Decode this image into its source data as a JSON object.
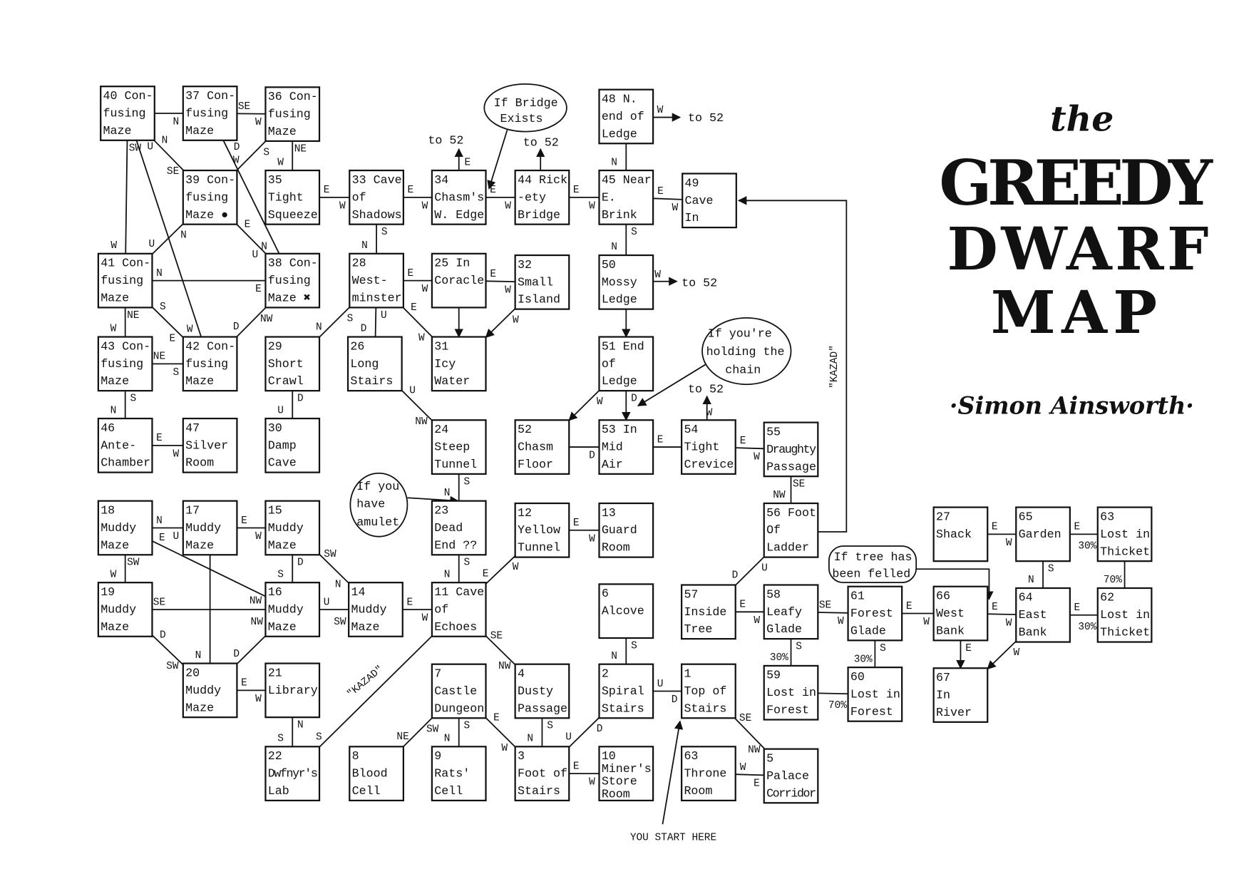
{
  "title": {
    "line1": "the",
    "line2": "GREEDY",
    "line3": "DWARF",
    "line4": "MAP",
    "author": "·Simon Ainsworth·"
  },
  "start_label": "YOU START HERE",
  "kazad_label": "\"KAZAD\"",
  "to52": "to 52",
  "callouts": {
    "bridge": [
      "If Bridge",
      "Exists"
    ],
    "chain": [
      "If you're",
      "holding the",
      "chain"
    ],
    "amulet": [
      "If you",
      "have",
      "amulet"
    ],
    "tree": [
      "If tree has",
      "been felled"
    ]
  },
  "rooms": [
    {
      "lines": [
        "40 Con-",
        "fusing",
        "Maze"
      ]
    },
    {
      "lines": [
        "37 Con-",
        "fusing",
        "Maze"
      ]
    },
    {
      "lines": [
        "36 Con-",
        "fusing",
        "Maze"
      ]
    },
    {
      "lines": [
        "39 Con-",
        "fusing",
        "Maze ●"
      ]
    },
    {
      "lines": [
        "35",
        "Tight",
        "Squeeze"
      ]
    },
    {
      "lines": [
        "33 Cave",
        "of",
        "Shadows"
      ]
    },
    {
      "lines": [
        "34",
        "Chasm's",
        "W. Edge"
      ]
    },
    {
      "lines": [
        "44 Rick",
        "-ety",
        "Bridge"
      ]
    },
    {
      "lines": [
        "45 Near",
        "E.",
        "Brink"
      ]
    },
    {
      "lines": [
        "48 N.",
        "end of",
        "Ledge"
      ]
    },
    {
      "lines": [
        "49",
        "Cave",
        "In"
      ]
    },
    {
      "lines": [
        "41 Con-",
        "fusing",
        "Maze"
      ]
    },
    {
      "lines": [
        "38 Con-",
        "fusing",
        "Maze ✖"
      ]
    },
    {
      "lines": [
        "28",
        "West-",
        "minster"
      ]
    },
    {
      "lines": [
        "25 In",
        "Coracle"
      ]
    },
    {
      "lines": [
        "32",
        "Small",
        "Island"
      ]
    },
    {
      "lines": [
        "43 Con-",
        "fusing",
        "Maze"
      ]
    },
    {
      "lines": [
        "42 Con-",
        "fusing",
        "Maze"
      ]
    },
    {
      "lines": [
        "29",
        "Short",
        "Crawl"
      ]
    },
    {
      "lines": [
        "26",
        "Long",
        "Stairs"
      ]
    },
    {
      "lines": [
        "31",
        "Icy",
        "Water"
      ]
    },
    {
      "lines": [
        "51 End",
        "of",
        "Ledge"
      ]
    },
    {
      "lines": [
        "46",
        "Ante-",
        "Chamber"
      ]
    },
    {
      "lines": [
        "47",
        "Silver",
        "Room"
      ]
    },
    {
      "lines": [
        "30",
        "Damp",
        "Cave"
      ]
    },
    {
      "lines": [
        "24",
        "Steep",
        "Tunnel"
      ]
    },
    {
      "lines": [
        "52",
        "Chasm",
        "Floor"
      ]
    },
    {
      "lines": [
        "53 In",
        "Mid",
        "Air"
      ]
    },
    {
      "lines": [
        "54",
        "Tight",
        "Crevice"
      ]
    },
    {
      "lines": [
        "55",
        "Draughty",
        "Passage"
      ]
    },
    {
      "lines": [
        "18",
        "Muddy",
        "Maze"
      ]
    },
    {
      "lines": [
        "17",
        "Muddy",
        "Maze"
      ]
    },
    {
      "lines": [
        "15",
        "Muddy",
        "Maze"
      ]
    },
    {
      "lines": [
        "23",
        "Dead",
        "End ??"
      ]
    },
    {
      "lines": [
        "12",
        "Yellow",
        "Tunnel"
      ]
    },
    {
      "lines": [
        "13",
        "Guard",
        "Room"
      ]
    },
    {
      "lines": [
        "56 Foot",
        "Of",
        "Ladder"
      ]
    },
    {
      "lines": [
        "27",
        "Shack"
      ]
    },
    {
      "lines": [
        "65",
        "Garden"
      ]
    },
    {
      "lines": [
        "63",
        "Lost in",
        "Thicket"
      ]
    },
    {
      "lines": [
        "19",
        "Muddy",
        "Maze"
      ]
    },
    {
      "lines": [
        "16",
        "Muddy",
        "Maze"
      ]
    },
    {
      "lines": [
        "14",
        "Muddy",
        "Maze"
      ]
    },
    {
      "lines": [
        "11 Cave",
        "of",
        "Echoes"
      ]
    },
    {
      "lines": [
        "6",
        "Alcove"
      ]
    },
    {
      "lines": [
        "57",
        "Inside",
        "Tree"
      ]
    },
    {
      "lines": [
        "58",
        "Leafy",
        "Glade"
      ]
    },
    {
      "lines": [
        "61",
        "Forest",
        "Glade"
      ]
    },
    {
      "lines": [
        "66",
        "West",
        "Bank"
      ]
    },
    {
      "lines": [
        "64",
        "East",
        "Bank"
      ]
    },
    {
      "lines": [
        "62",
        "Lost in",
        "Thicket"
      ]
    },
    {
      "lines": [
        "20",
        "Muddy",
        "Maze"
      ]
    },
    {
      "lines": [
        "21",
        "Library"
      ]
    },
    {
      "lines": [
        "7",
        "Castle",
        "Dungeon"
      ]
    },
    {
      "lines": [
        "4",
        "Dusty",
        "Passage"
      ]
    },
    {
      "lines": [
        "2",
        "Spiral",
        "Stairs"
      ]
    },
    {
      "lines": [
        "1",
        "Top of",
        "Stairs"
      ]
    },
    {
      "lines": [
        "59",
        "Lost in",
        "Forest"
      ]
    },
    {
      "lines": [
        "60",
        "Lost in",
        "Forest"
      ]
    },
    {
      "lines": [
        "67",
        "In",
        "River"
      ]
    },
    {
      "lines": [
        "22",
        "Dwfnyr's",
        "Lab"
      ]
    },
    {
      "lines": [
        "8",
        "Blood",
        "Cell"
      ]
    },
    {
      "lines": [
        "9",
        "Rats'",
        "Cell"
      ]
    },
    {
      "lines": [
        "3",
        "Foot of",
        "Stairs"
      ]
    },
    {
      "lines": [
        "10",
        "Miner's",
        "Store",
        "Room"
      ]
    },
    {
      "lines": [
        "63",
        "Throne",
        "Room"
      ]
    },
    {
      "lines": [
        "5",
        "Palace",
        "Corridor"
      ]
    },
    {
      "lines": [
        "50",
        "Mossy",
        "Ledge"
      ]
    }
  ],
  "exits": [
    [
      0,
      1,
      "",
      "N"
    ],
    [
      1,
      2,
      "SE",
      "W"
    ],
    [
      2,
      3,
      "S",
      "W"
    ],
    [
      1,
      12,
      "D",
      "N"
    ],
    [
      0,
      3,
      "N",
      "SE"
    ],
    [
      0,
      11,
      "SW",
      "W"
    ],
    [
      0,
      17,
      "U",
      "W"
    ],
    [
      2,
      4,
      "NE",
      "W"
    ],
    [
      4,
      5,
      "E",
      "W"
    ],
    [
      5,
      6,
      "E",
      "W"
    ],
    [
      6,
      7,
      "E",
      "W"
    ],
    [
      7,
      8,
      "E",
      "W"
    ],
    [
      8,
      10,
      "E",
      "W"
    ],
    [
      8,
      9,
      "N",
      ""
    ],
    [
      3,
      11,
      "N",
      "U"
    ],
    [
      3,
      12,
      "E",
      "U"
    ],
    [
      11,
      12,
      "N",
      "E"
    ],
    [
      11,
      17,
      "S",
      "E"
    ],
    [
      11,
      16,
      "NE",
      "W"
    ],
    [
      12,
      17,
      "NW",
      "D"
    ],
    [
      16,
      17,
      "NE",
      "S"
    ],
    [
      16,
      22,
      "S",
      "N"
    ],
    [
      22,
      23,
      "E",
      "W"
    ],
    [
      5,
      13,
      "S",
      "N"
    ],
    [
      13,
      14,
      "E",
      "W"
    ],
    [
      14,
      15,
      "E",
      "W"
    ],
    [
      14,
      20,
      "",
      "",
      1
    ],
    [
      15,
      20,
      "W",
      "",
      1
    ],
    [
      13,
      18,
      "S",
      "N"
    ],
    [
      13,
      19,
      "U",
      "D"
    ],
    [
      13,
      20,
      "E",
      "W"
    ],
    [
      18,
      24,
      "D",
      "U"
    ],
    [
      19,
      25,
      "U",
      "NW"
    ],
    [
      25,
      33,
      "S",
      "N"
    ],
    [
      8,
      67,
      "S",
      "N"
    ],
    [
      67,
      21,
      "",
      "",
      1
    ],
    [
      21,
      26,
      "W",
      "",
      1
    ],
    [
      21,
      27,
      "D",
      "",
      1
    ],
    [
      27,
      26,
      "D",
      ""
    ],
    [
      27,
      28,
      "E",
      ""
    ],
    [
      28,
      29,
      "E",
      "W"
    ],
    [
      29,
      36,
      "SE",
      "NW"
    ],
    [
      36,
      45,
      "U",
      "D"
    ],
    [
      45,
      46,
      "E",
      "W"
    ],
    [
      46,
      47,
      "SE",
      "W"
    ],
    [
      47,
      48,
      "E",
      "W"
    ],
    [
      48,
      49,
      "E",
      "W"
    ],
    [
      46,
      57,
      "S",
      "30%"
    ],
    [
      47,
      58,
      "S",
      "30%"
    ],
    [
      57,
      58,
      "",
      "70%"
    ],
    [
      48,
      59,
      "E",
      "",
      1
    ],
    [
      49,
      59,
      "W",
      "",
      1
    ],
    [
      38,
      49,
      "S",
      "N"
    ],
    [
      37,
      38,
      "E",
      "W"
    ],
    [
      38,
      39,
      "E",
      "30%"
    ],
    [
      39,
      50,
      "",
      "70%"
    ],
    [
      49,
      50,
      "E",
      "30%"
    ],
    [
      33,
      43,
      "S",
      "N"
    ],
    [
      43,
      34,
      "E",
      "W"
    ],
    [
      34,
      35,
      "E",
      "W"
    ],
    [
      43,
      54,
      "SE",
      "NW"
    ],
    [
      43,
      42,
      "W",
      "E"
    ],
    [
      43,
      60,
      "",
      "S"
    ],
    [
      30,
      31,
      "N",
      "U"
    ],
    [
      31,
      32,
      "E",
      "W"
    ],
    [
      30,
      40,
      "SW",
      "W"
    ],
    [
      30,
      41,
      "E",
      "NW"
    ],
    [
      32,
      41,
      "D",
      "S"
    ],
    [
      32,
      42,
      "SW",
      "N"
    ],
    [
      41,
      42,
      "U",
      "SW"
    ],
    [
      40,
      41,
      "SE",
      "NW"
    ],
    [
      40,
      51,
      "D",
      "SW"
    ],
    [
      31,
      51,
      "",
      "N"
    ],
    [
      41,
      51,
      "",
      "D"
    ],
    [
      51,
      52,
      "E",
      "W"
    ],
    [
      52,
      60,
      "N",
      "S"
    ],
    [
      53,
      61,
      "SW",
      "NE"
    ],
    [
      53,
      62,
      "S",
      "N"
    ],
    [
      53,
      63,
      "E",
      "W"
    ],
    [
      54,
      63,
      "S",
      "N"
    ],
    [
      63,
      64,
      "E",
      "W"
    ],
    [
      63,
      55,
      "U",
      "D"
    ],
    [
      44,
      55,
      "S",
      "N"
    ],
    [
      55,
      56,
      "U",
      "D"
    ],
    [
      56,
      66,
      "SE",
      "NW"
    ],
    [
      65,
      66,
      "W",
      "E"
    ]
  ]
}
